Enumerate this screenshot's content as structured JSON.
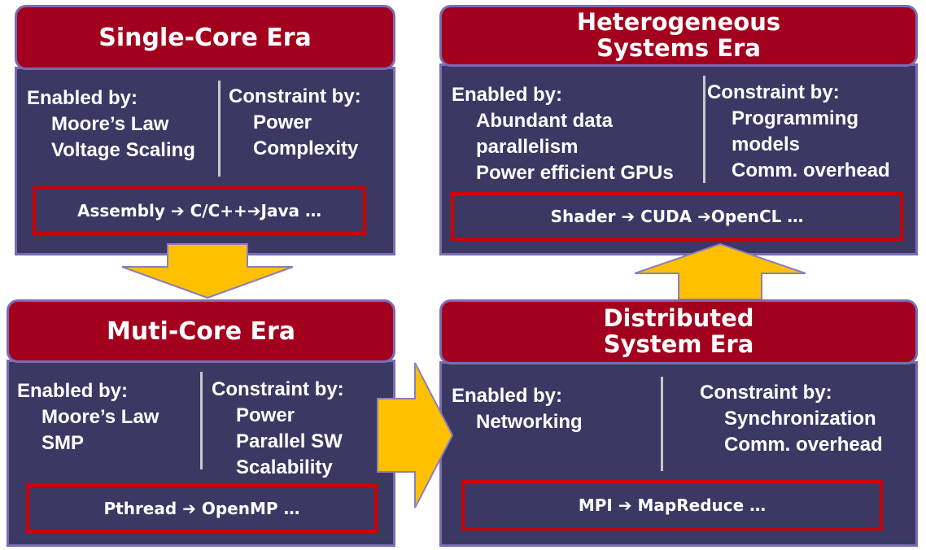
{
  "eras": {
    "single_core": {
      "title": "Single-Core Era",
      "enabled_heading": "Enabled by:",
      "enabled": [
        "Moore’s Law",
        "Voltage Scaling"
      ],
      "constraint_heading": "Constraint by:",
      "constraints": [
        "Power",
        "Complexity"
      ],
      "languages": "Assembly ➔ C/C++➔Java …"
    },
    "multi_core": {
      "title": "Muti-Core Era",
      "enabled_heading": "Enabled by:",
      "enabled": [
        "Moore’s Law",
        "SMP"
      ],
      "constraint_heading": "Constraint by:",
      "constraints": [
        "Power",
        "Parallel SW",
        "Scalability"
      ],
      "languages": "Pthread ➔ OpenMP …"
    },
    "distributed": {
      "title": "Distributed\nSystem Era",
      "enabled_heading": "Enabled by:",
      "enabled": [
        "Networking"
      ],
      "constraint_heading": "Constraint by:",
      "constraints": [
        "Synchronization",
        "Comm. overhead"
      ],
      "languages": "MPI ➔ MapReduce …"
    },
    "heterogeneous": {
      "title": "Heterogeneous\nSystems Era",
      "enabled_heading": "Enabled by:",
      "enabled": [
        "Abundant data",
        "parallelism",
        "Power efficient GPUs"
      ],
      "constraint_heading": "Constraint by:",
      "constraints": [
        "Programming",
        "models",
        "Comm. overhead"
      ],
      "languages": "Shader ➔ CUDA ➔OpenCL …"
    }
  },
  "colors": {
    "header": "#a3001e",
    "body": "#3b3963",
    "border": "#7b6bb3",
    "lang_border": "#cc0000",
    "arrow": "#ffc000",
    "arrow_outline": "#8a7fc0"
  }
}
